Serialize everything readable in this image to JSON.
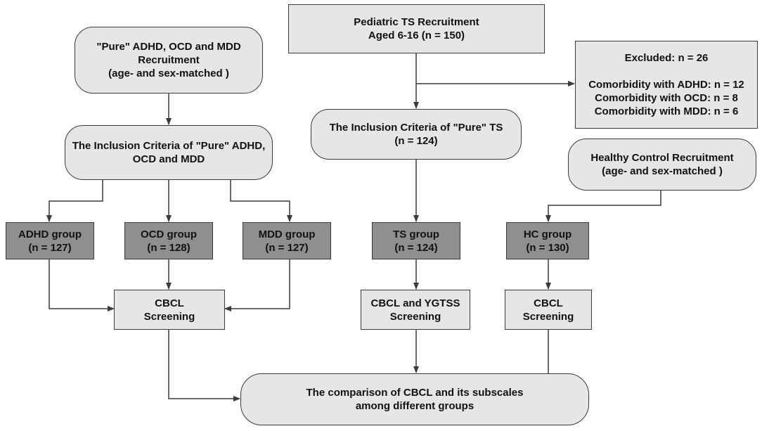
{
  "nodes": {
    "ts_recruit": [
      "Pediatric TS Recruitment",
      "Aged 6-16 (n = 150)"
    ],
    "pure_recruit": [
      "\"Pure\" ADHD, OCD and MDD",
      "Recruitment",
      "(age- and sex-matched )"
    ],
    "excluded": [
      "Excluded: n = 26",
      "",
      "Comorbidity with ADHD: n = 12",
      "Comorbidity with OCD: n = 8",
      "Comorbidity with MDD: n = 6"
    ],
    "incl_pure": [
      "The Inclusion Criteria of \"Pure\" ADHD,",
      "OCD and MDD"
    ],
    "incl_ts": [
      "The Inclusion Criteria of \"Pure\" TS",
      "(n = 124)"
    ],
    "hc_recruit": [
      "Healthy Control Recruitment",
      "(age- and sex-matched )"
    ],
    "adhd_group": [
      "ADHD group",
      "(n = 127)"
    ],
    "ocd_group": [
      "OCD group",
      "(n = 128)"
    ],
    "mdd_group": [
      "MDD group",
      "(n = 127)"
    ],
    "ts_group": [
      "TS group",
      "(n = 124)"
    ],
    "hc_group": [
      "HC group",
      "(n = 130)"
    ],
    "cbcl_screen_1": [
      "CBCL",
      "Screening"
    ],
    "cbcl_ygtss": [
      "CBCL and YGTSS",
      "Screening"
    ],
    "cbcl_screen_2": [
      "CBCL",
      "Screening"
    ],
    "comparison": [
      "The comparison of CBCL and its subscales",
      "among different groups"
    ]
  }
}
